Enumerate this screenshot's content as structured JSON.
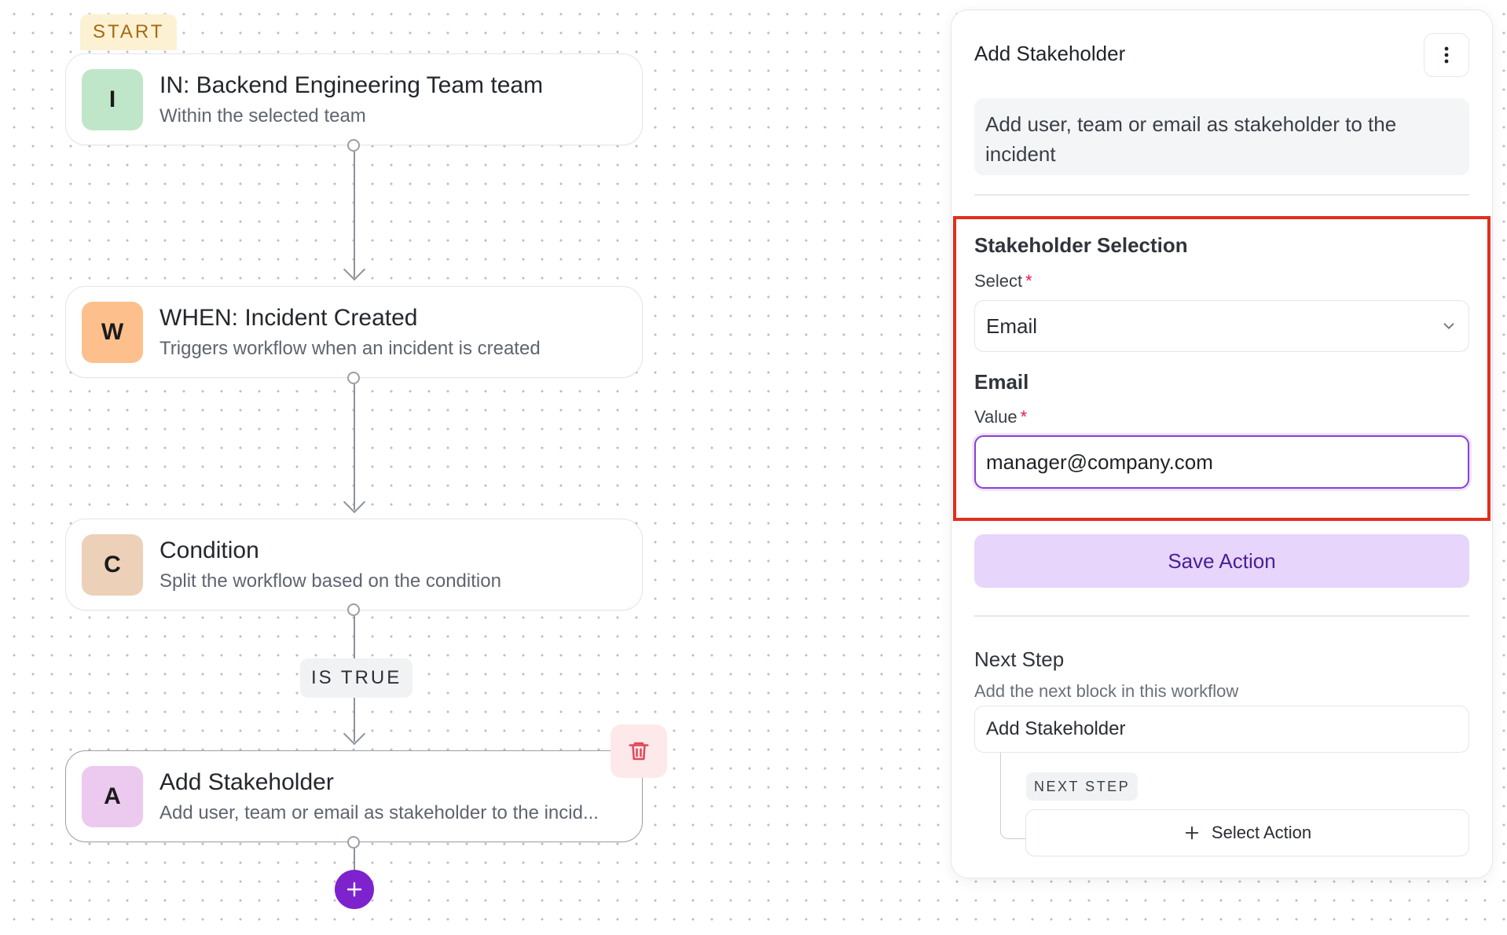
{
  "workflow": {
    "start_label": "START",
    "nodes": [
      {
        "badge": "I",
        "title": "IN: Backend Engineering Team team",
        "subtitle": "Within the selected team",
        "badge_color": "#bfe6c8"
      },
      {
        "badge": "W",
        "title": "WHEN: Incident Created",
        "subtitle": "Triggers workflow when an incident is created",
        "badge_color": "#fdc08c"
      },
      {
        "badge": "C",
        "title": "Condition",
        "subtitle": "Split the workflow based on the condition",
        "badge_color": "#ecd0b8"
      },
      {
        "badge": "A",
        "title": "Add Stakeholder",
        "subtitle": "Add user, team or email as stakeholder to the incid...",
        "badge_color": "#ecc9ef"
      }
    ],
    "condition_label": "IS TRUE",
    "icons": {
      "delete": "trash-icon",
      "add": "plus-icon"
    },
    "accent_color": "#7e22ce"
  },
  "panel": {
    "title": "Add Stakeholder",
    "description": "Add user, team or email as stakeholder to the incident",
    "menu_icon": "kebab-menu-icon",
    "stakeholder_section": {
      "title": "Stakeholder Selection",
      "select_label": "Select",
      "select_value": "Email",
      "required_mark": "*"
    },
    "email_section": {
      "title": "Email",
      "value_label": "Value",
      "value": "manager@company.com",
      "required_mark": "*"
    },
    "save_label": "Save Action",
    "next_step": {
      "title": "Next Step",
      "subtitle": "Add the next block in this workflow",
      "block_label": "Add Stakeholder",
      "tag": "NEXT STEP",
      "select_action_label": "Select Action"
    },
    "highlight_color": "#e32d1c"
  }
}
